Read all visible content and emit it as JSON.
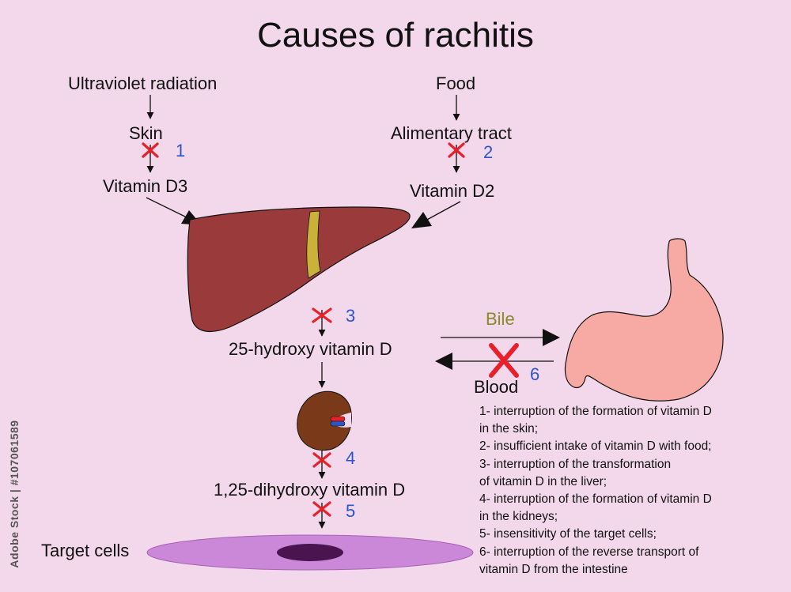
{
  "title": "Causes of rachitis",
  "nodes": {
    "uv": "Ultraviolet radiation",
    "food": "Food",
    "skin": "Skin",
    "alimentary": "Alimentary tract",
    "vitd3": "Vitamin D3",
    "vitd2": "Vitamin D2",
    "hydroxy": "25-hydroxy vitamin D",
    "dihydroxy": "1,25-dihydroxy vitamin D",
    "target": "Target cells",
    "bile": "Bile",
    "blood": "Blood"
  },
  "markers": [
    "1",
    "2",
    "3",
    "4",
    "5",
    "6"
  ],
  "legend": [
    "1- interruption of the formation of vitamin D",
    "in the skin;",
    "2- insufficient intake of vitamin D with food;",
    "3- interruption of the transformation",
    "of vitamin D in the liver;",
    "4- interruption of the formation of vitamin D",
    "in the kidneys;",
    "5- insensitivity of the target cells;",
    "6- interruption of the reverse transport of",
    "vitamin D from the intestine"
  ],
  "watermark": "Adobe Stock | #107061589",
  "colors": {
    "background": "#f2d8ea",
    "liver": "#9b3a3a",
    "gallbladder": "#c9b13a",
    "stomach": "#f7a9a4",
    "kidney": "#7a3a1a",
    "target_cell": "#cc88d8",
    "block_cross": "#e8202a",
    "marker_number": "#2a55c8",
    "bile_text": "#8a8a2a"
  }
}
